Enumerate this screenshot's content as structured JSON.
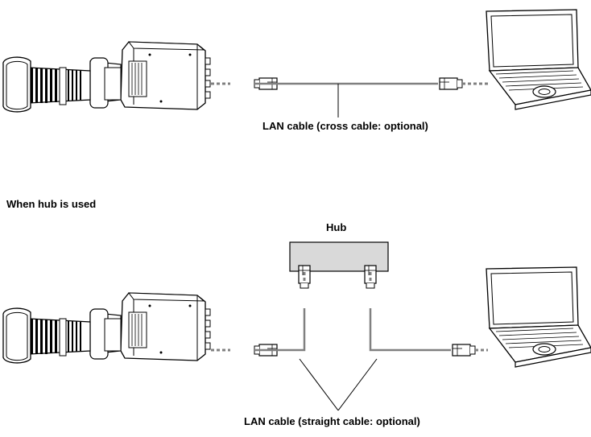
{
  "direct": {
    "cable_label": "LAN cable (cross cable: optional)"
  },
  "hub_section": {
    "heading": "When hub is used",
    "hub_label": "Hub",
    "cable_label": "LAN cable (straight cable: optional)"
  },
  "colors": {
    "cable": "#808080",
    "hub_fill": "#d9d9d9",
    "line": "#000000",
    "body_fill": "#ffffff"
  },
  "icons": [
    "camera-icon",
    "laptop-icon",
    "rj45-connector-icon",
    "hub-box"
  ]
}
